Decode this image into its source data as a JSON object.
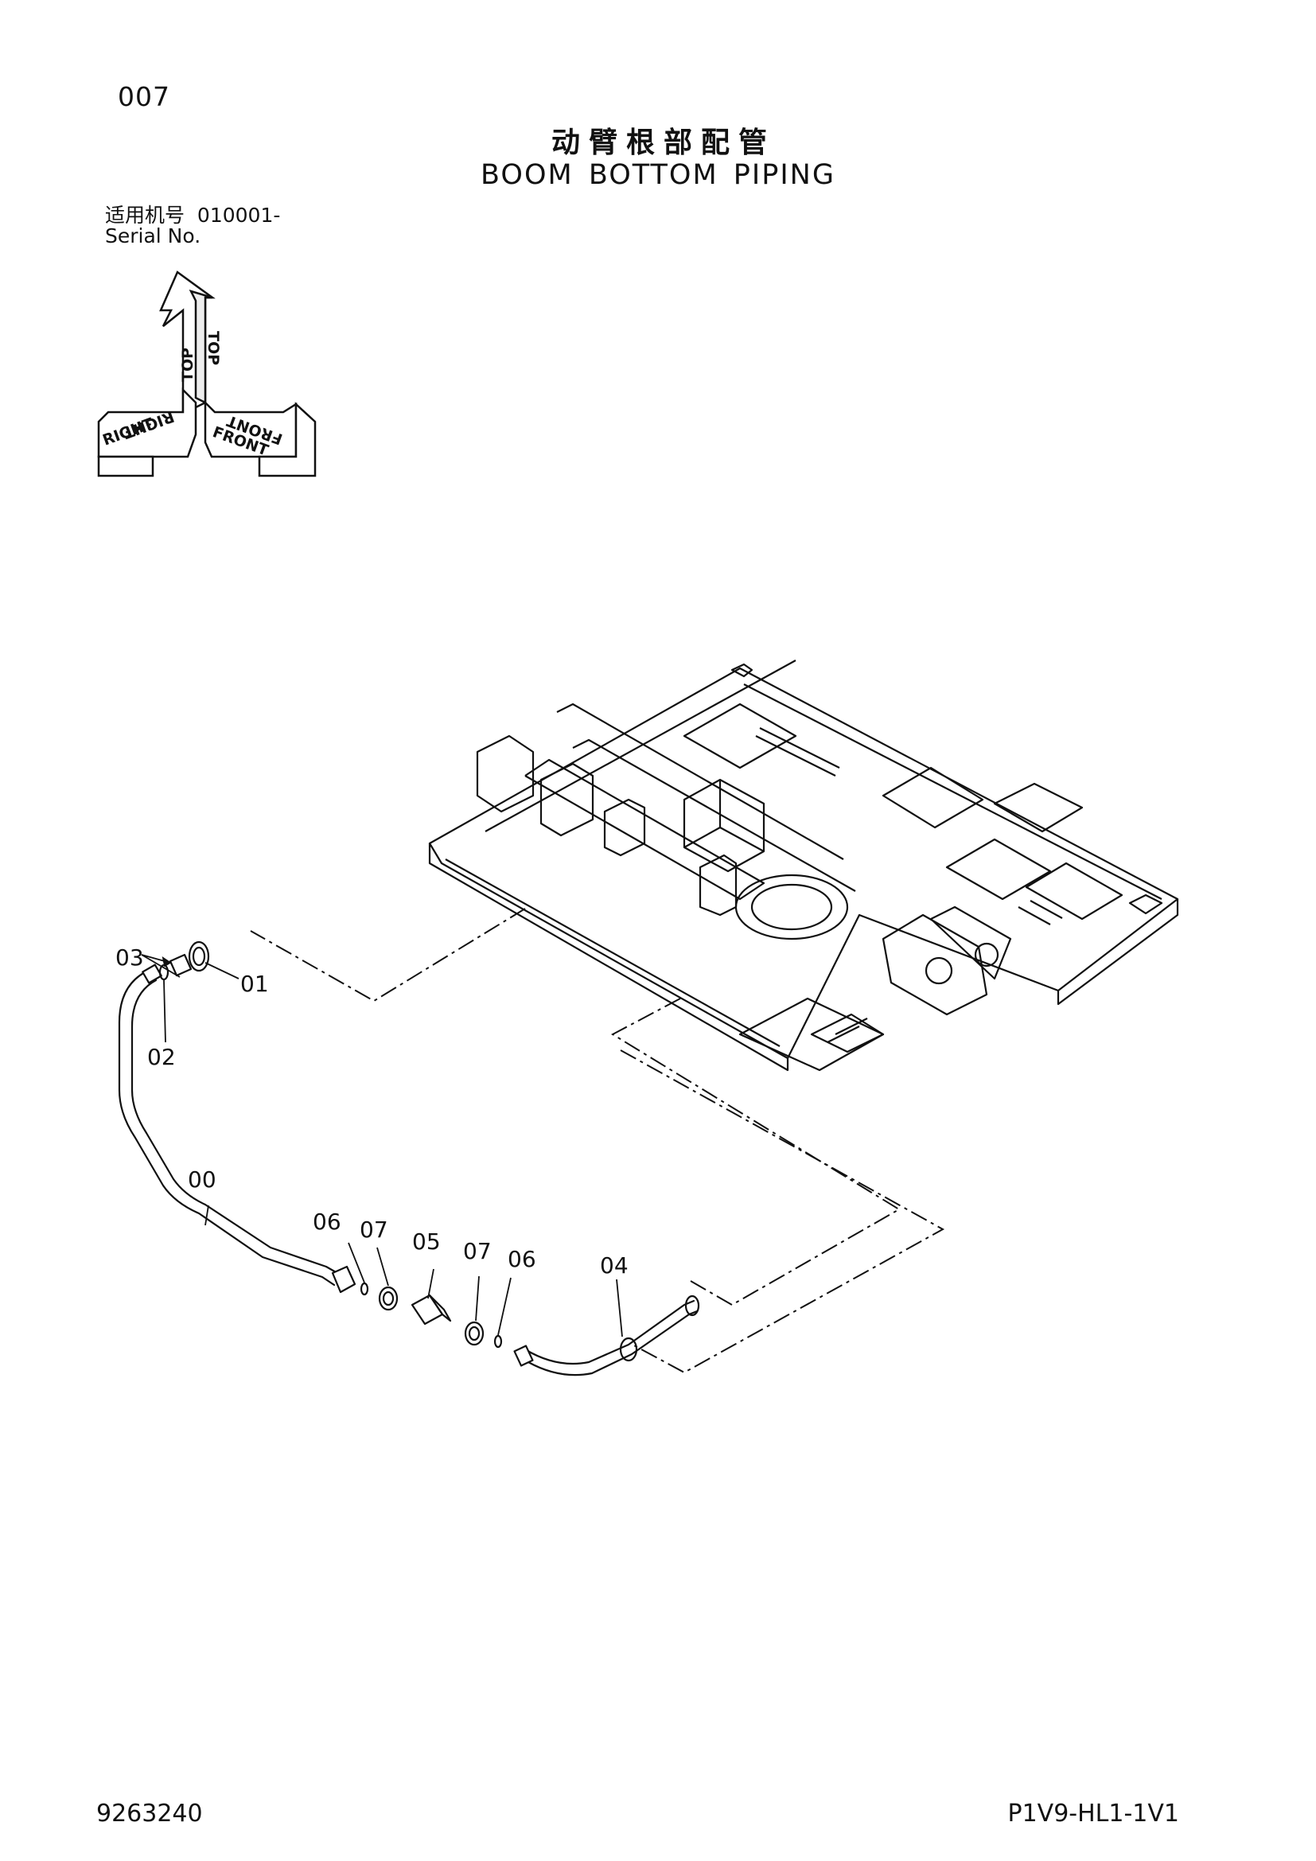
{
  "page_number": "007",
  "title_cn": "动臂根部配管",
  "title_en": "BOOM  BOTTOM  PIPING",
  "serial": {
    "cn_label": "适用机号",
    "number": "010001-",
    "en_label": "Serial No."
  },
  "orientation": {
    "top": "TOP",
    "right": "RIGHT",
    "front": "FRONT"
  },
  "callouts": {
    "c00": "00",
    "c01": "01",
    "c02": "02",
    "c03": "03",
    "c04": "04",
    "c05": "05",
    "c06a": "06",
    "c06b": "06",
    "c07a": "07",
    "c07b": "07"
  },
  "footer": {
    "left": "9263240",
    "right": "P1V9-HL1-1V1"
  }
}
